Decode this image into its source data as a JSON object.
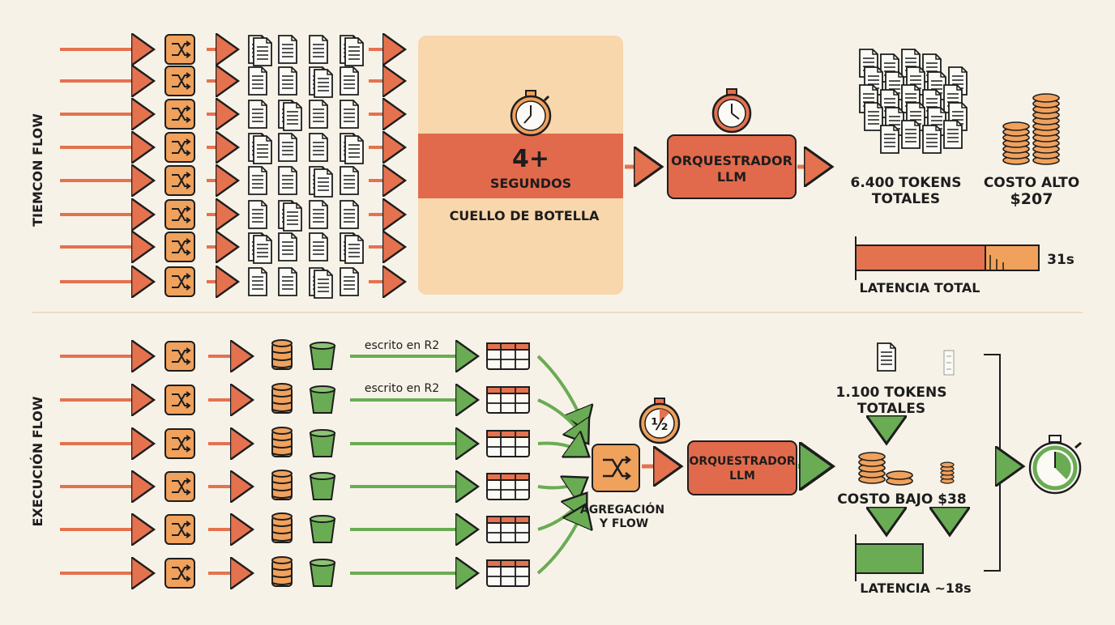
{
  "top": {
    "flow_label": "TIEMCON FLOW",
    "bottleneck_number": "4+",
    "bottleneck_unit": "SEGUNDOS",
    "bottleneck_caption": "CUELLO DE BOTELLA",
    "orchestrator_line1": "ORQUESTRADOR",
    "orchestrator_line2": "LLM",
    "tokens_line1": "6.400 TOKENS",
    "tokens_line2": "TOTALES",
    "cost_line1": "COSTO ALTO",
    "cost_line2": "$207",
    "latency_value": "31s",
    "latency_label": "LATENCIA TOTAL",
    "latency_fraction": 0.71
  },
  "bottom": {
    "flow_label": "EXECUCIÓN FLOW",
    "r2_note_1": "escrito en R2",
    "r2_note_2": "escrito en R2",
    "timer_label": "½",
    "aggregation_line1": "AGREGACIÓN",
    "aggregation_line2": "Y FLOW",
    "orchestrator_line1": "ORQUESTRADOR",
    "orchestrator_line2": "LLM",
    "tokens_line1": "1.100 TOKENS",
    "tokens_line2": "TOTALES",
    "cost_label": "COSTO BAJO $38",
    "latency_label": "LATENCIA ~18s"
  },
  "colors": {
    "orange": "#f0a15c",
    "orange_light": "#f8d7ac",
    "red": "#e4724f",
    "red_box": "#e26a4c",
    "green": "#6aac54",
    "dark": "#1d1d1d",
    "background": "#f7f2e8"
  },
  "icons": [
    "shuffle-icon",
    "document-icon",
    "stopwatch-icon",
    "database-icon",
    "bucket-icon",
    "table-icon",
    "coin-stack-icon"
  ]
}
